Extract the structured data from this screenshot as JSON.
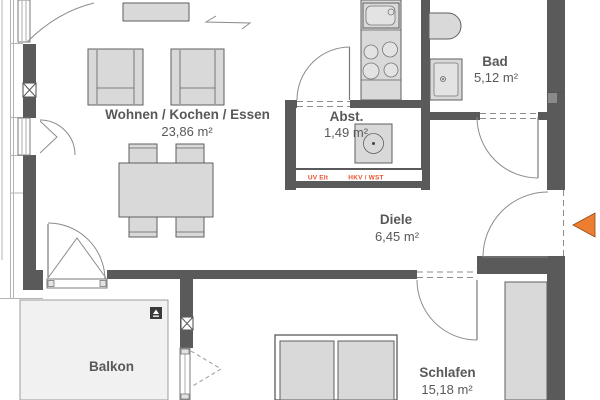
{
  "plan": {
    "rooms": [
      {
        "name": "Wohnen / Kochen / Essen",
        "area": "23,86 m²"
      },
      {
        "name": "Abst.",
        "area": "1,49 m²"
      },
      {
        "name": "Bad",
        "area": "5,12 m²"
      },
      {
        "name": "Diele",
        "area": "6,45 m²"
      },
      {
        "name": "Schlafen",
        "area": "15,18 m²"
      },
      {
        "name": "Balkon",
        "area": ""
      }
    ],
    "tech_labels": [
      {
        "text": "UV Elt"
      },
      {
        "text": "HKV / WST"
      }
    ],
    "icons": {
      "entry_arrow": "entry-direction-arrow",
      "floor_drain": "floor-drain-marker",
      "column": "column-shaft-marker",
      "direction_arrow": "sketch-direction-arrow"
    },
    "colors": {
      "wall": "#5a5a5a",
      "label_text": "#595959",
      "tech_text": "#e8542e",
      "entry_arrow": "#ed7d31",
      "furniture_fill": "#d9d9d9",
      "balcony_fill": "#f1f1f1"
    }
  }
}
